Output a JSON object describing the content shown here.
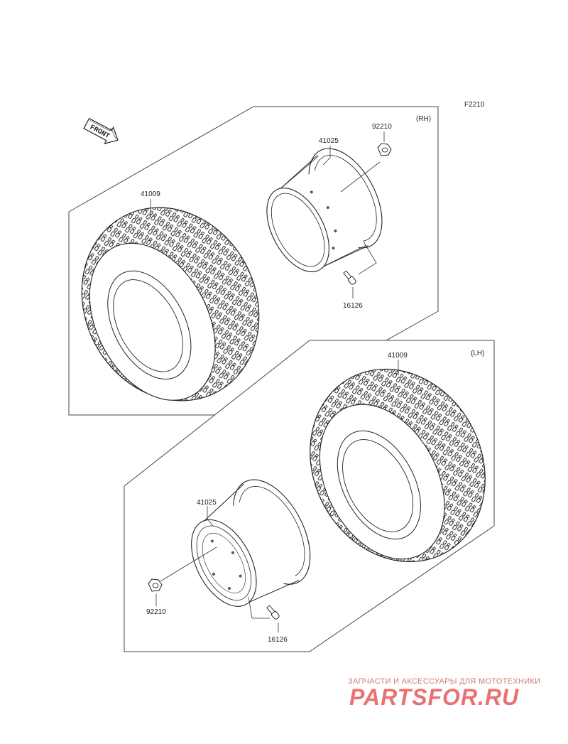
{
  "diagram_code": "F2210",
  "front_arrow_label": "FRONT",
  "sections": [
    {
      "side": "(RH)",
      "labels": {
        "tire": "41009",
        "rim": "41025",
        "nut": "92210",
        "valve": "16126"
      }
    },
    {
      "side": "(LH)",
      "labels": {
        "tire": "41009",
        "rim": "41025",
        "nut": "92210",
        "valve": "16126"
      }
    }
  ],
  "watermark": {
    "tagline": "ЗАПЧАСТИ И АКСЕССУАРЫ ДЛЯ МОТОТЕХНИКИ",
    "logo_text": "PARTSFOR.RU",
    "color": "#e03a3a"
  }
}
